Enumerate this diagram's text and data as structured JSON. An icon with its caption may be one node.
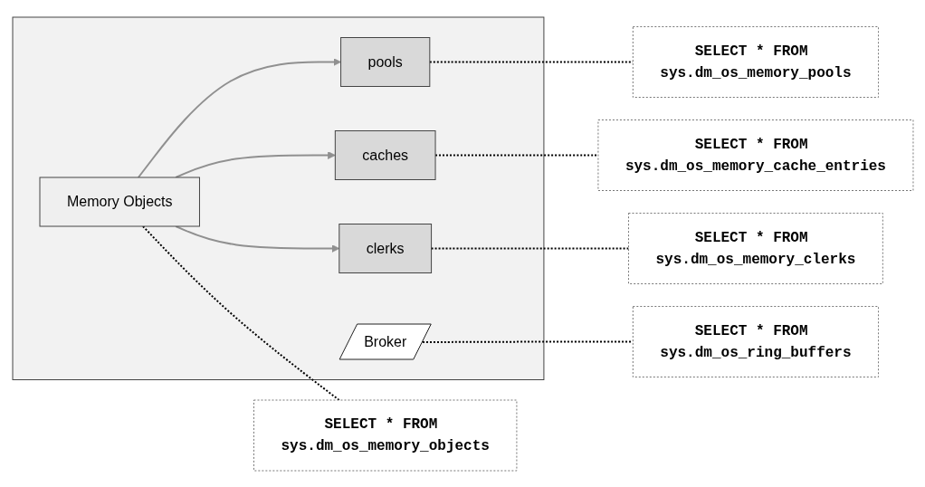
{
  "diagram": {
    "nodes": [
      {
        "text": [],
        "shape": "box"
      },
      {
        "text": [
          "Broker"
        ],
        "in": 0
      },
      {
        "text": [
          "Memory Objects"
        ],
        "in": 0
      },
      {
        "text": [
          "pools"
        ],
        "in": 0
      },
      {
        "text": [
          "caches"
        ],
        "in": 0
      },
      {
        "text": [
          "clerks"
        ],
        "in": 0
      },
      {
        "text": [
          "SELECT * FROM sys.dm_os_ring_buffers"
        ]
      },
      {
        "text": [
          "SELECT * FROM sys.dm_os_memory_objects"
        ]
      },
      {
        "text": [
          "SELECT * FROM sys.dm_os_memory_pools"
        ]
      },
      {
        "text": [
          "SELECT * FROM sys.dm_os_memory_cache_entries"
        ]
      },
      {
        "text": [
          "SELECT * FROM sys.dm_os_memory_clerks"
        ]
      }
    ],
    "edges": [
      {
        "from": 1,
        "to": 6,
        "arrow": "none",
        "style": "dashed"
      },
      {
        "from": 2,
        "to": 7,
        "arrow": "none",
        "style": "dashed"
      },
      {
        "from": 2,
        "to": 3,
        "arrow": "to",
        "color": "#909090"
      },
      {
        "from": 2,
        "to": 4,
        "arrow": "to",
        "color": "#909090"
      },
      {
        "from": 2,
        "to": 5,
        "arrow": "to",
        "color": "#909090"
      },
      {
        "from": 3,
        "to": 8,
        "arrow": "none",
        "style": "dashed"
      },
      {
        "from": 4,
        "to": 9,
        "arrow": "none",
        "style": "dashed"
      },
      {
        "from": 5,
        "to": 10,
        "arrow": "none",
        "style": "dashed"
      }
    ]
  }
}
